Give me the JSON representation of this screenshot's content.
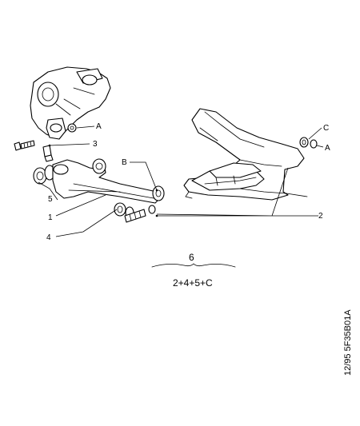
{
  "callouts": {
    "a_top": "A",
    "three": "3",
    "b": "B",
    "five": "5",
    "one": "1",
    "four": "4",
    "c": "C",
    "a_right": "A",
    "two": "2"
  },
  "kit": {
    "number": "6",
    "formula": "2+4+5+C"
  },
  "reference": "12/95 5F35B01A"
}
